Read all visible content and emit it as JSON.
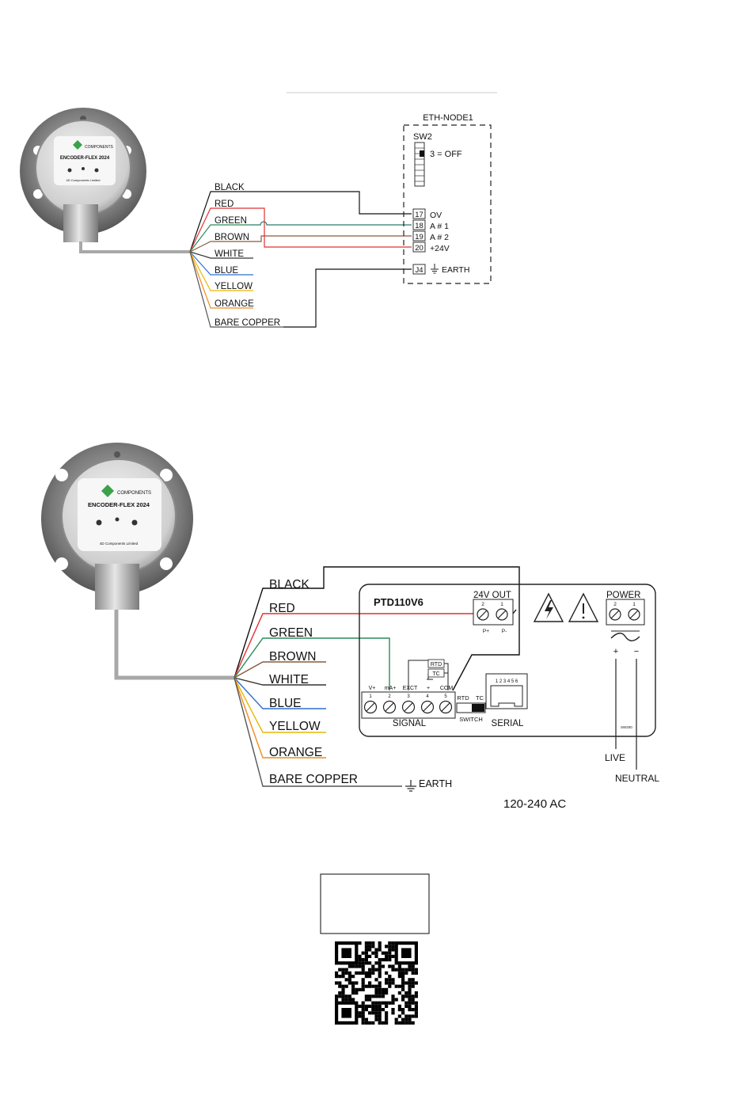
{
  "diagram1": {
    "node_title": "ETH-NODE1",
    "switch_label": "SW2",
    "switch_state": "3 = OFF",
    "terminals": [
      {
        "num": "17",
        "label": "OV"
      },
      {
        "num": "18",
        "label": "A # 1"
      },
      {
        "num": "19",
        "label": "A # 2"
      },
      {
        "num": "20",
        "label": "+24V"
      },
      {
        "num": "J4",
        "label": "EARTH"
      }
    ],
    "wires": [
      {
        "label": "BLACK",
        "color": "#111111"
      },
      {
        "label": "RED",
        "color": "#e03030"
      },
      {
        "label": "GREEN",
        "color": "#2a8a5a"
      },
      {
        "label": "BROWN",
        "color": "#8a5a3a"
      },
      {
        "label": "WHITE",
        "color": "#333333"
      },
      {
        "label": "BLUE",
        "color": "#2f6fd0"
      },
      {
        "label": "YELLOW",
        "color": "#e6b800"
      },
      {
        "label": "ORANGE",
        "color": "#f08c1a"
      },
      {
        "label": "BARE COPPER",
        "color": "#555555"
      }
    ]
  },
  "diagram2": {
    "device_title": "PTD110V6",
    "out_label": "24V OUT",
    "out_terms": [
      "2",
      "1"
    ],
    "out_sub": [
      "P+",
      "P-"
    ],
    "power_label": "POWER",
    "power_terms": [
      "2",
      "1"
    ],
    "signal_top": [
      "V+",
      "mA+",
      "EXCT",
      "+",
      "COM"
    ],
    "signal_nums": [
      "1",
      "2",
      "3",
      "4",
      "5"
    ],
    "rtd_label": "RTD",
    "tc_label": "TC",
    "switch_label": "SWITCH",
    "signal_label": "SIGNAL",
    "serial_label": "SERIAL",
    "serial_pins": "1 2 3 4 5 6",
    "plus": "+",
    "minus": "−",
    "model_code": "SW200",
    "live_label": "LIVE",
    "neutral_label": "NEUTRAL",
    "earth_label": "EARTH",
    "supply_label": "120-240 AC",
    "wires": [
      {
        "label": "BLACK",
        "color": "#111111"
      },
      {
        "label": "RED",
        "color": "#e03030"
      },
      {
        "label": "GREEN",
        "color": "#2a8a5a"
      },
      {
        "label": "BROWN",
        "color": "#8a5a3a"
      },
      {
        "label": "WHITE",
        "color": "#333333"
      },
      {
        "label": "BLUE",
        "color": "#2f6fd0"
      },
      {
        "label": "YELLOW",
        "color": "#e6b800"
      },
      {
        "label": "ORANGE",
        "color": "#f08c1a"
      },
      {
        "label": "BARE COPPER",
        "color": "#555555"
      }
    ]
  },
  "encoder": {
    "logo_text": "COMPONENTS",
    "model_text": "ENCODER-FLEX 2024",
    "maker_text": "4D Components Limited"
  }
}
